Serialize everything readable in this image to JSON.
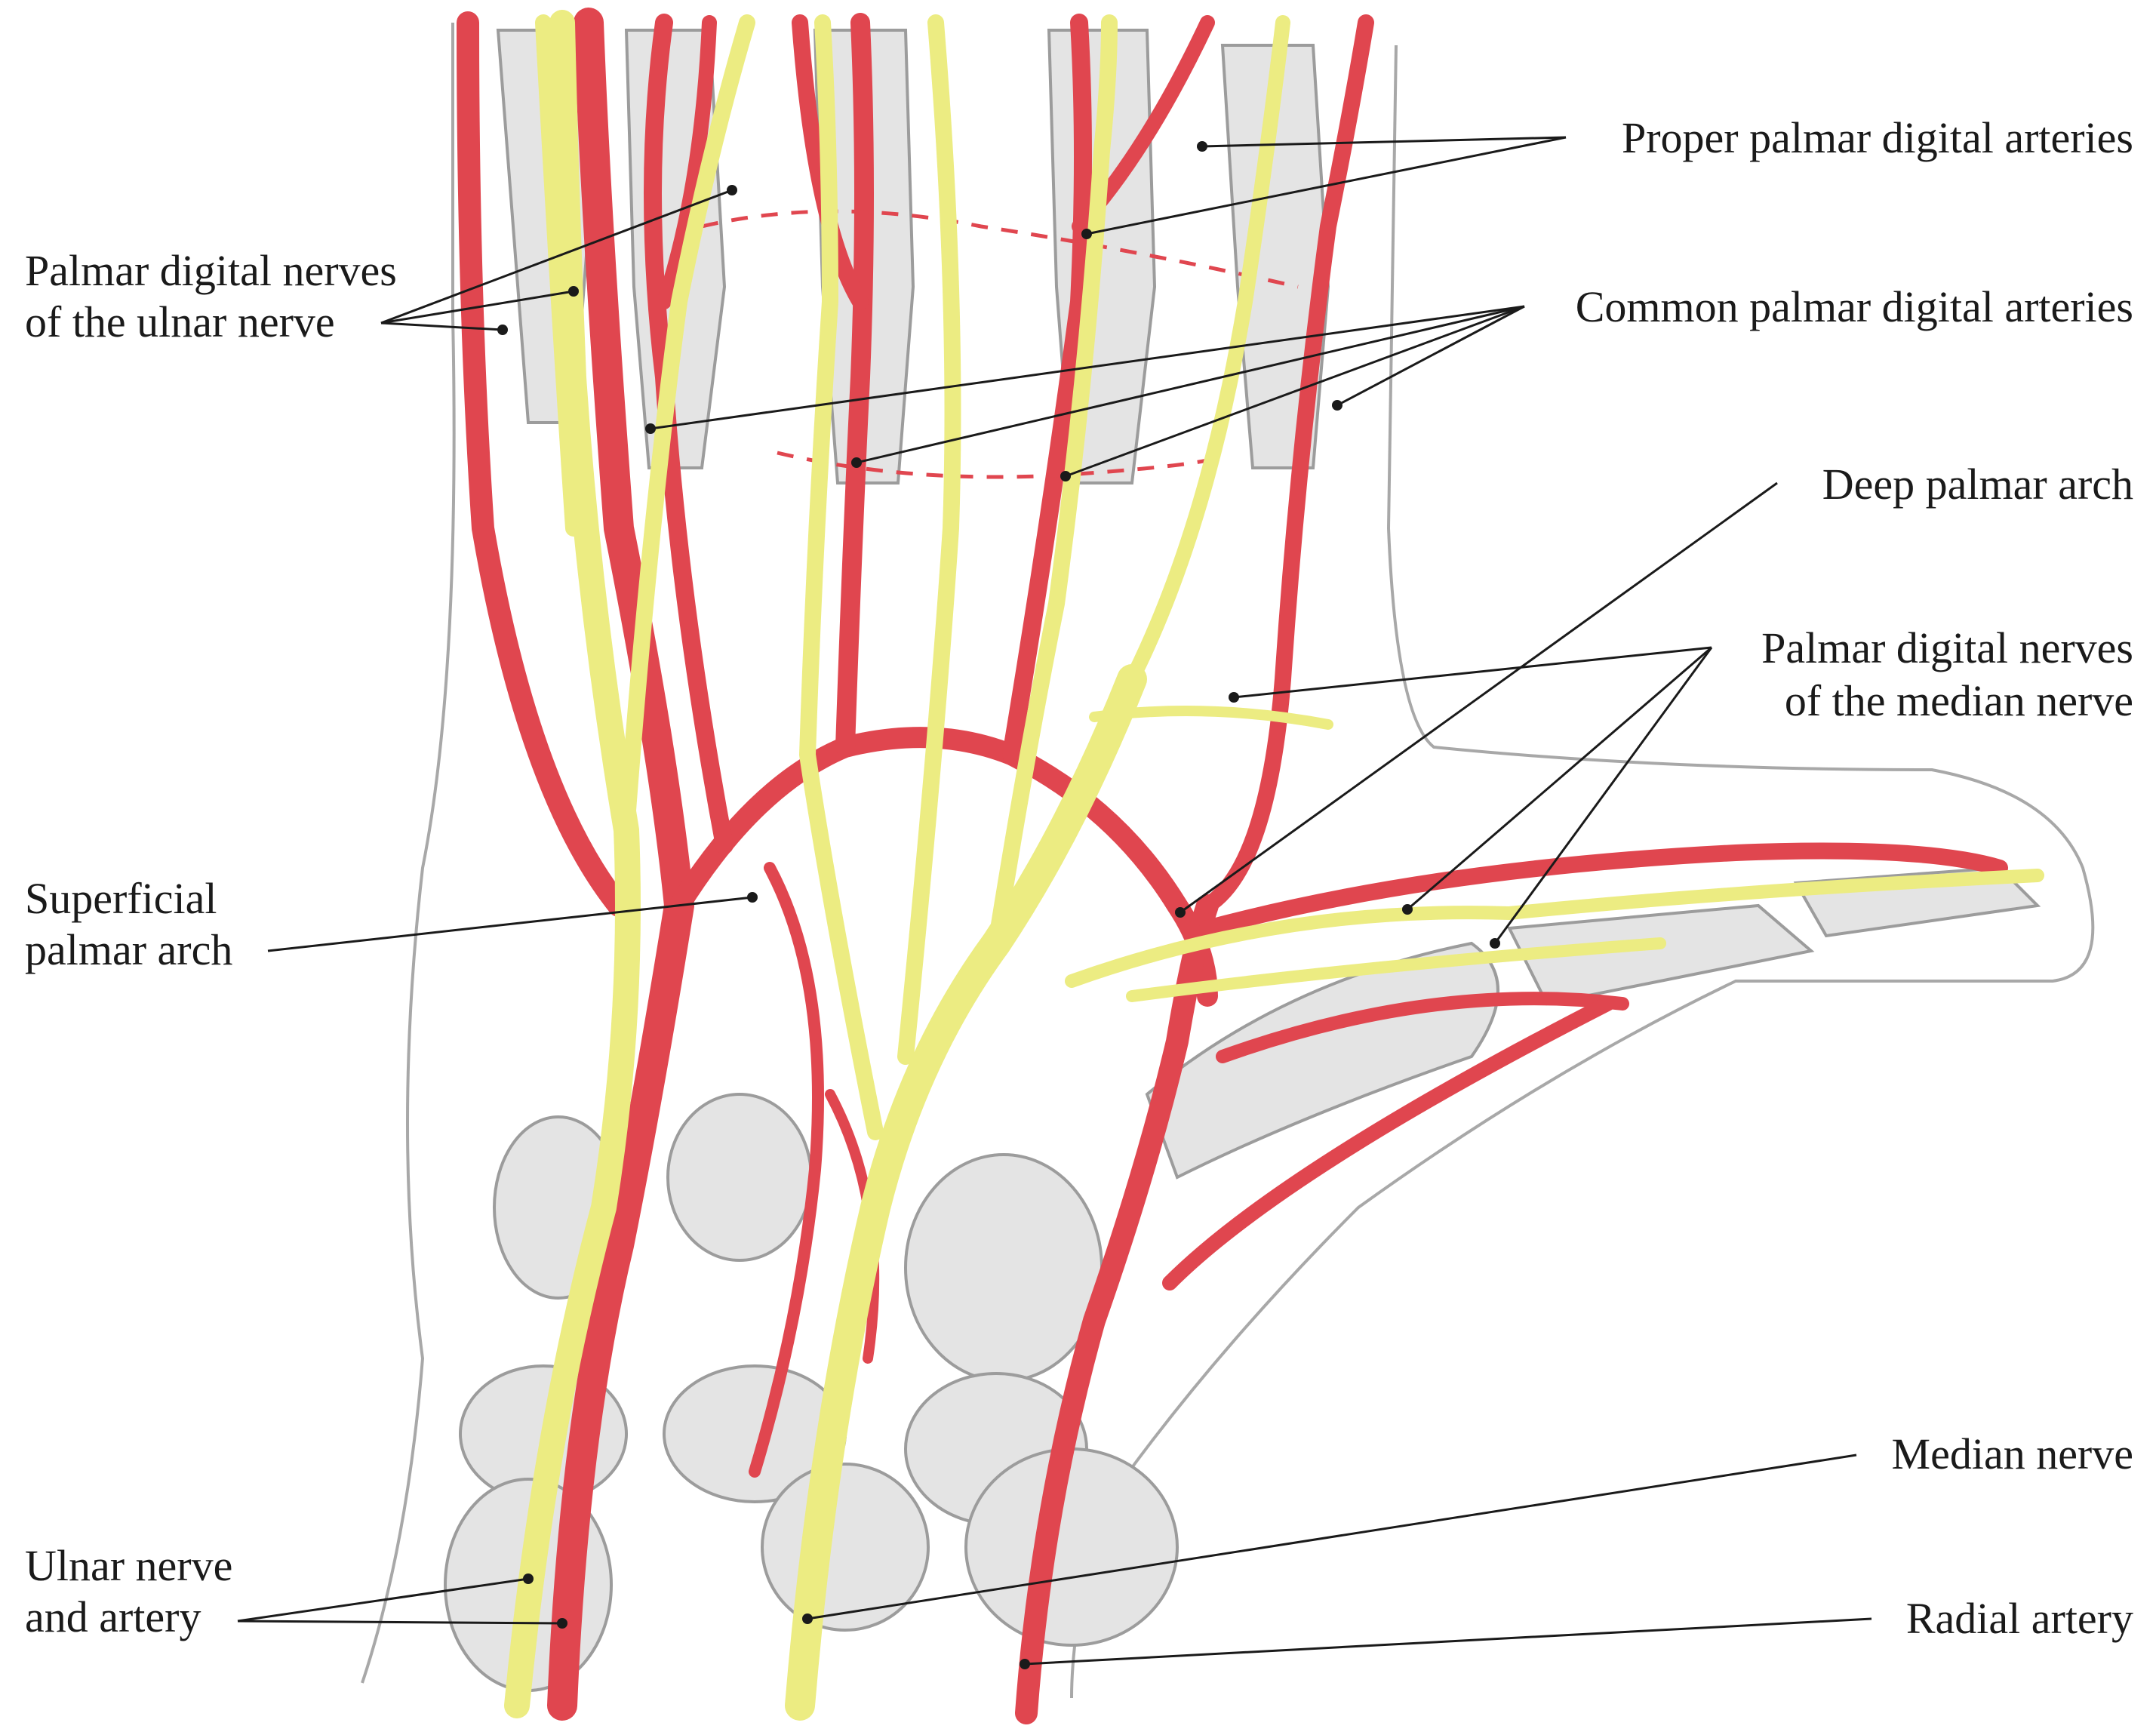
{
  "colors": {
    "artery": "#e0464f",
    "artery_dark": "#c82a35",
    "nerve": "#ecec82",
    "nerve_edge": "#c9c85a",
    "bone_shadow": "#8c8c8c",
    "outline": "#9a9a9a",
    "text": "#1a1a1a"
  },
  "labels": {
    "proper_palmar_digital_arteries": "Proper palmar digital arteries",
    "common_palmar_digital_arteries": "Common palmar digital arteries",
    "deep_palmar_arch": "Deep palmar arch",
    "palmar_digital_nerves_median_line1": "Palmar digital nerves",
    "palmar_digital_nerves_median_line2": "of the median nerve",
    "palmar_digital_nerves_ulnar_line1": "Palmar digital nerves",
    "palmar_digital_nerves_ulnar_line2": "of the ulnar nerve",
    "superficial_palmar_arch_line1": "Superficial",
    "superficial_palmar_arch_line2": "palmar arch",
    "median_nerve": "Median nerve",
    "ulnar_nerve_artery_line1": "Ulnar nerve",
    "ulnar_nerve_artery_line2": "and artery",
    "radial_artery": "Radial artery"
  }
}
